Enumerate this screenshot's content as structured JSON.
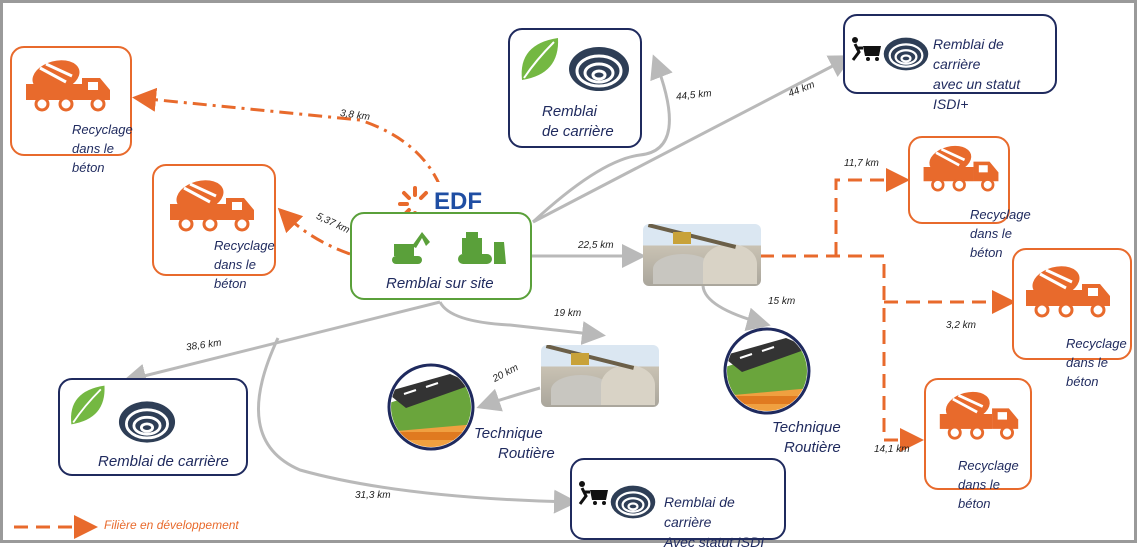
{
  "nodes": {
    "origin": {
      "label": "Remblai sur site",
      "logo": "EDF"
    },
    "recy_a": {
      "label_lines": [
        "Recyclage",
        "dans le",
        "béton"
      ]
    },
    "recy_b": {
      "label_lines": [
        "Recyclage",
        "dans le",
        "béton"
      ]
    },
    "carriere_top": {
      "label_lines": [
        "Remblai",
        "de carrière"
      ]
    },
    "isdi_plus": {
      "label_lines": [
        "Remblai de carrière",
        "avec un statut ISDI+"
      ]
    },
    "recy_c": {
      "label_lines": [
        "Recyclage",
        "dans le",
        "béton"
      ]
    },
    "recy_d": {
      "label_lines": [
        "Recyclage",
        "dans le",
        "béton"
      ]
    },
    "recy_e": {
      "label_lines": [
        "Recyclage",
        "dans le",
        "béton"
      ]
    },
    "carriere_left": {
      "label": "Remblai de carrière"
    },
    "tech_a": {
      "label_lines": [
        "Technique",
        "Routière"
      ]
    },
    "tech_b": {
      "label_lines": [
        "Technique",
        "Routière"
      ]
    },
    "isdi": {
      "label_lines": [
        "Remblai de carrière",
        "Avec statut ISDI"
      ]
    }
  },
  "distances": {
    "d1": "3,8 km",
    "d2": "5,37 km",
    "d3": "44,5 km",
    "d4": "44 km",
    "d5": "22,5 km",
    "d6": "11,7 km",
    "d7": "3,2 km",
    "d8": "15 km",
    "d9": "14,1 km",
    "d10": "19 km",
    "d11": "20 km",
    "d12": "38,6 km",
    "d13": "31,3 km"
  },
  "legend": {
    "label": "Filière en développement"
  },
  "colors": {
    "orange": "#e86a2c",
    "navy": "#1f2a5e",
    "green": "#5aa03a",
    "grey": "#b9b9b9"
  }
}
